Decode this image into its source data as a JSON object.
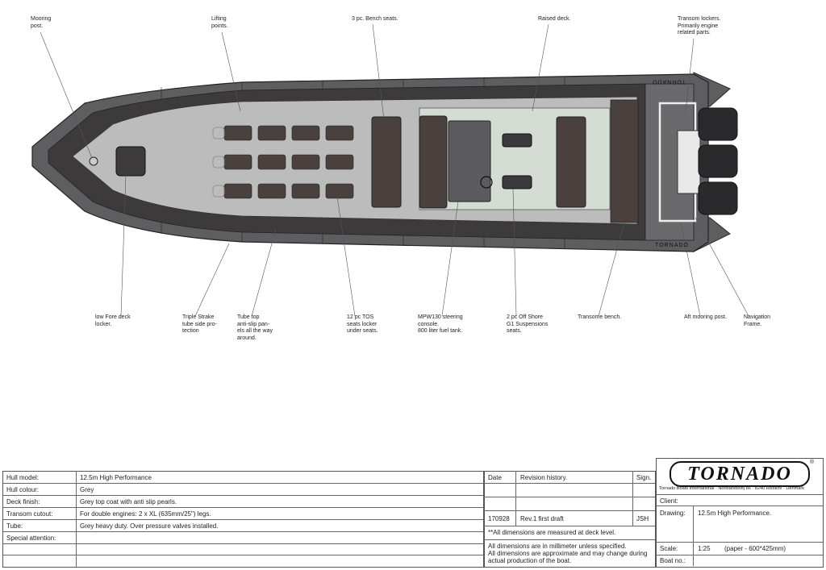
{
  "brand": {
    "logo": "TORNADO",
    "registered": "®",
    "address": "Tornado Boats International · Nordlandsvej 86 · 8240 Risskov · Denmark",
    "hull_marking": "TORNADO"
  },
  "callouts": {
    "mooring_post": "Mooring\npost.",
    "lifting_points": "Lifting\npoints.",
    "bench_seats": "3 pc. Bench seats.",
    "raised_deck": "Raised deck.",
    "transom_lockers": "Transom lockers.\nPrimarily engine\nrelated parts.",
    "fore_locker": "low Fore deck\nlocker.",
    "strake": "Triple Strake\ntube side pro-\ntection",
    "tube_top": "Tube top\nanti-slip pan-\nels all the way\naround.",
    "tos_seats": "12 pc TOS\nseats locker\nunder seats.",
    "console": "MPW130 steering\nconsole.\n800 liter fuel tank.",
    "suspension": "2 pc Off Shore\nG1 Suspensions\nseats.",
    "transome_bench": "Transome bench.",
    "aft_mooring": "Aft mooring post.",
    "nav_frame": "Navigation\nFrame."
  },
  "specs": [
    {
      "label": "Hull model:",
      "value": "12.5m High Performance"
    },
    {
      "label": "Hull colour:",
      "value": "Grey"
    },
    {
      "label": "Deck finish:",
      "value": "Grey top coat with anti slip pearls."
    },
    {
      "label": "Transom cutout:",
      "value": "For double engines: 2 x XL (635mm/25\") legs."
    },
    {
      "label": "Tube:",
      "value": "Grey heavy duty. Over pressure valves installed."
    },
    {
      "label": "Special attention:",
      "value": ""
    }
  ],
  "revision": {
    "headers": {
      "date": "Date",
      "history": "Revision history.",
      "sign": "Sign."
    },
    "rows": [
      {
        "date": "170928",
        "history": "Rev.1 first draft",
        "sign": "JSH"
      }
    ],
    "note1": "**All dimensions are measured at deck level.",
    "note2": "All dimensions are in millimeter unless specified.",
    "note3": "All dimensions are approximate and may change during\nactual production of the boat."
  },
  "title_block": {
    "client_label": "Client:",
    "client_value": "",
    "drawing_label": "Drawing:",
    "drawing_value": "12.5m High Performance.",
    "scale_label": "Scale:",
    "scale_value": "1:25",
    "scale_paper": "(paper - 600*425mm)",
    "boatno_label": "Boat no.:",
    "boatno_value": ""
  },
  "colors": {
    "tube": "#5e5e60",
    "tube_dark": "#3c3a3b",
    "deck": "#bcbcbc",
    "raised_deck": "#d4dcd4",
    "seat": "#4a403d",
    "engine": "#2a2a2c"
  }
}
